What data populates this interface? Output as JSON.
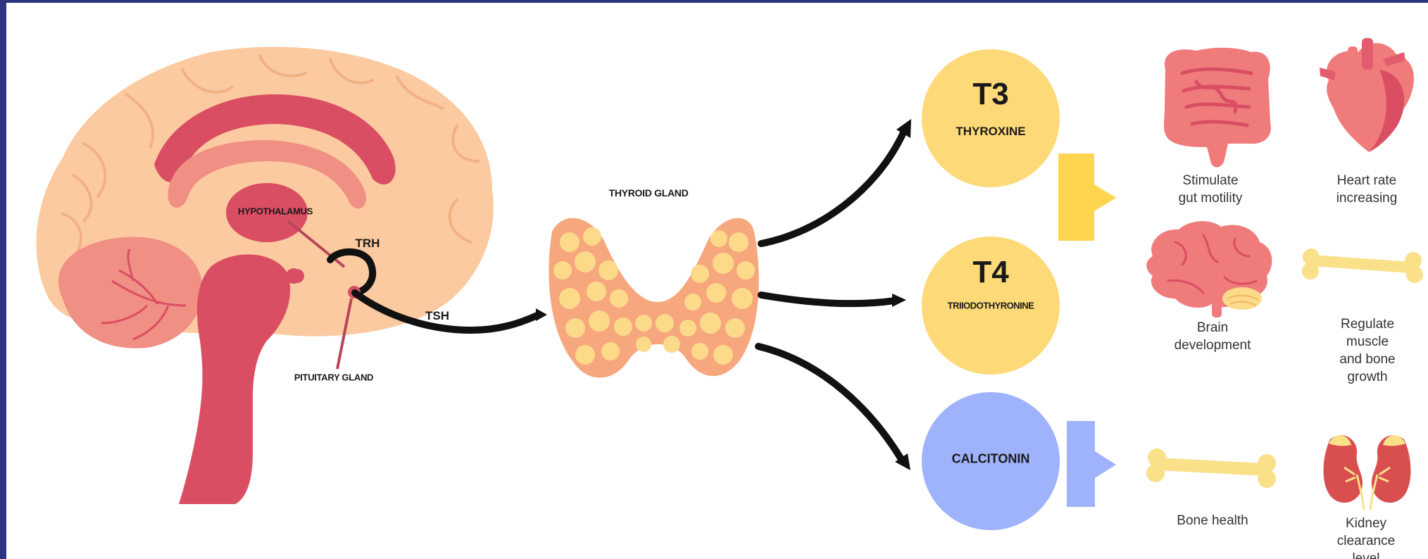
{
  "brain": {
    "hypothalamus_label": "HYPOTHALAMUS",
    "pituitary_label": "PITUITARY GLAND",
    "trh_label": "TRH",
    "tsh_label": "TSH"
  },
  "thyroid": {
    "label": "THYROID GLAND"
  },
  "hormones": [
    {
      "symbol": "T3",
      "name": "THYROXINE",
      "color": "#fdd978"
    },
    {
      "symbol": "T4",
      "name": "TRIIODOTHYRONINE",
      "color": "#fdd978"
    },
    {
      "symbol": "",
      "name": "CALCITONIN",
      "color": "#9fb2fc"
    }
  ],
  "effects": {
    "gut": "Stimulate\ngut motility",
    "heart": "Heart rate\nincreasing",
    "brain_dev": "Brain\ndevelopment",
    "muscle_bone": "Regulate muscle\nand bone growth",
    "bone_health": "Bone health",
    "kidney": "Kidney clearance\nlevel"
  },
  "colors": {
    "frame": "#2d3480",
    "brain_light": "#fccaa0",
    "brain_mid": "#f08f84",
    "brain_dark": "#d94e63",
    "thyroid_bg": "#f6a77d",
    "thyroid_follicle": "#fdd98a",
    "yellow_marker": "#fdd54f",
    "blue_marker": "#9fb2fc",
    "bone": "#fbe08a",
    "arrow": "#111111"
  },
  "icons": [
    "intestine-icon",
    "heart-icon",
    "brain-icon",
    "bone-icon",
    "kidney-icon"
  ]
}
